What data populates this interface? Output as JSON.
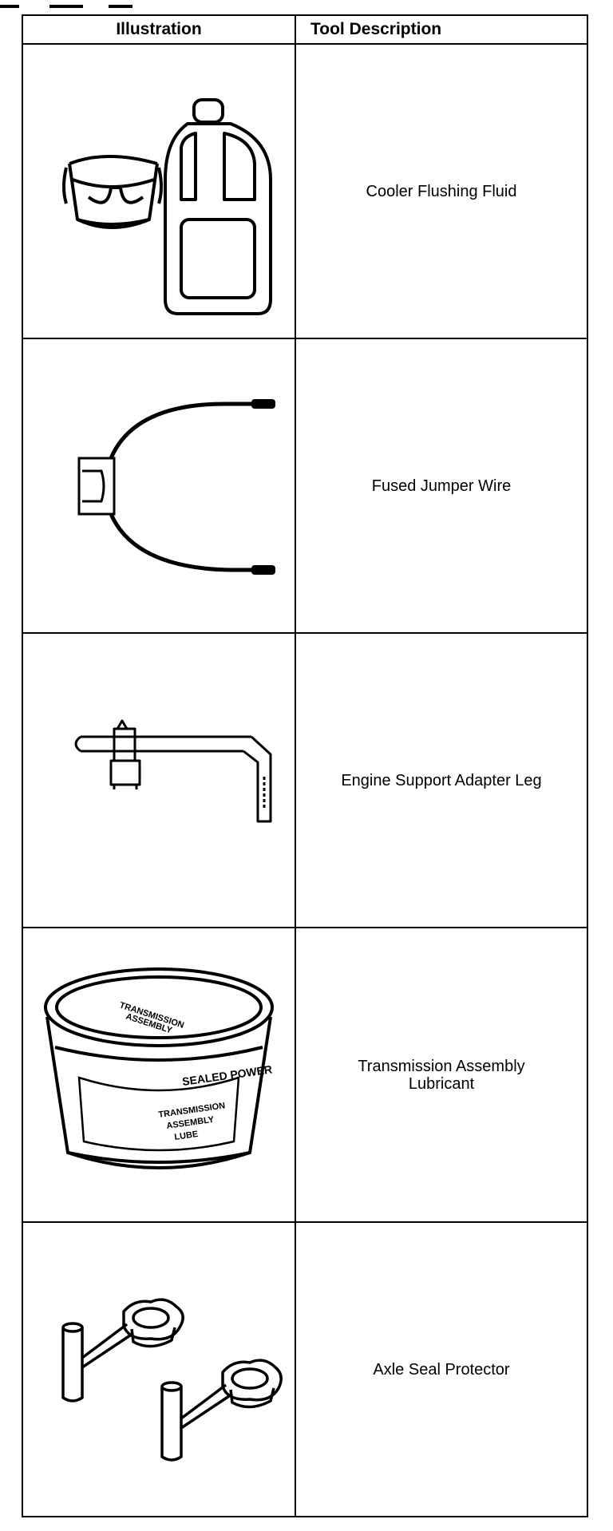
{
  "table": {
    "header": {
      "illustration": "Illustration",
      "tool_description": "Tool Description"
    },
    "rows": [
      {
        "icon": "flushing-fluid-icon",
        "description": "Cooler Flushing Fluid"
      },
      {
        "icon": "jumper-wire-icon",
        "description": "Fused Jumper Wire"
      },
      {
        "icon": "adapter-leg-icon",
        "description": "Engine Support Adapter Leg"
      },
      {
        "icon": "lubricant-tub-icon",
        "description": "Transmission Assembly Lubricant",
        "label_lines": [
          "Transmission Assembly",
          "Lubricant"
        ]
      },
      {
        "icon": "seal-protector-icon",
        "description": "Axle Seal Protector"
      }
    ]
  }
}
